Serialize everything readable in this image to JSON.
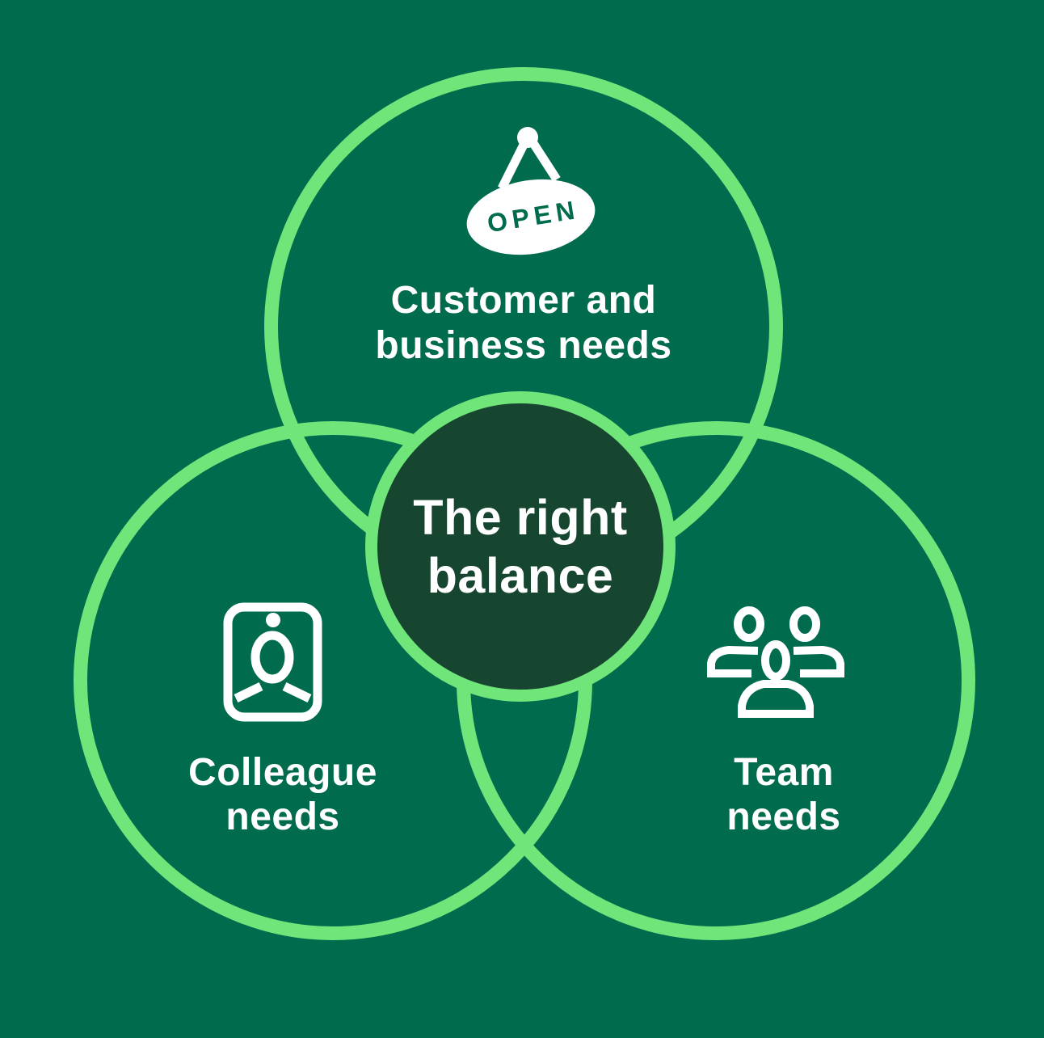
{
  "colors": {
    "background": "#006B4D",
    "ring_stroke": "#6FE57A",
    "center_fill": "#174630",
    "text": "#FFFFFF"
  },
  "diagram": {
    "type": "venn",
    "center": {
      "label": "The right balance",
      "label_lines": [
        "The right",
        "balance"
      ]
    },
    "circles": [
      {
        "id": "customer",
        "label": "Customer and business needs",
        "label_lines": [
          "Customer and",
          "business needs"
        ],
        "icon": "open-sign-icon",
        "position": "top"
      },
      {
        "id": "colleague",
        "label": "Colleague needs",
        "label_lines": [
          "Colleague",
          "needs"
        ],
        "icon": "id-badge-icon",
        "position": "bottom-left"
      },
      {
        "id": "team",
        "label": "Team needs",
        "label_lines": [
          "Team",
          "needs"
        ],
        "icon": "team-icon",
        "position": "bottom-right"
      }
    ],
    "open_sign_text": "OPEN"
  }
}
